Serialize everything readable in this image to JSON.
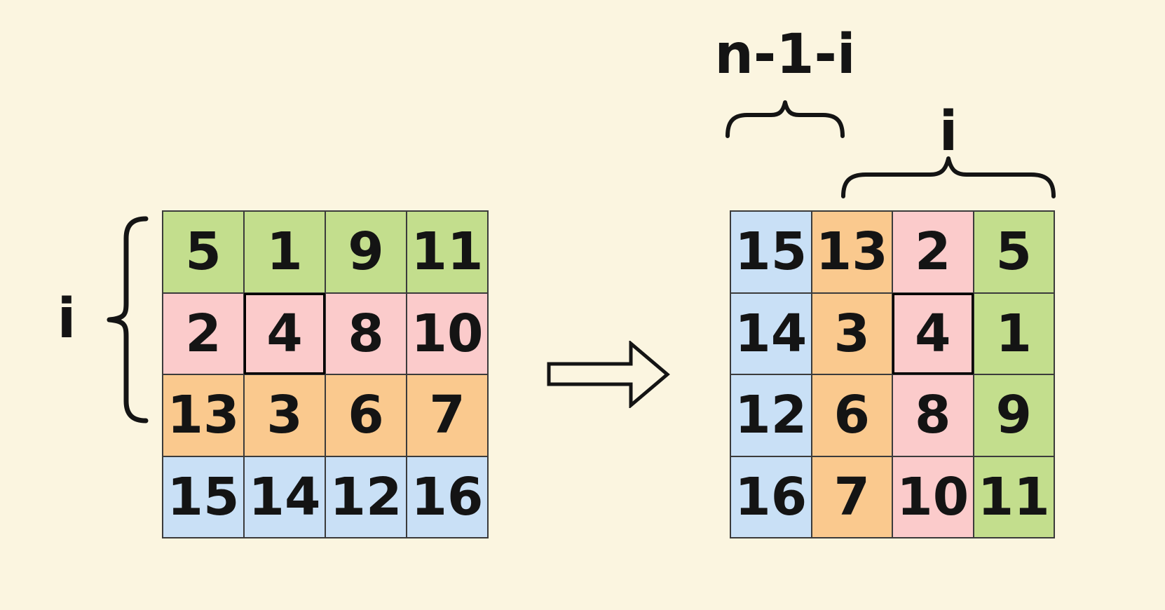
{
  "colors": {
    "surface": "#FBF5E0",
    "border": "#3B3B3B",
    "ink": "#141414",
    "highlight": "#000000",
    "green": "#C3DE8D",
    "pink": "#FBCBCB",
    "orange": "#FAC98E",
    "blue": "#C9E0F6"
  },
  "labels": {
    "left_rows_brace": "i",
    "first_column_brace": "n-1-i",
    "remaining_columns_brace": "i"
  },
  "icons": {
    "transform_arrow": "right-arrow"
  },
  "left_grid": {
    "row_colors": [
      "green",
      "pink",
      "orange",
      "blue"
    ],
    "values": [
      [
        "5",
        "1",
        "9",
        "11"
      ],
      [
        "2",
        "4",
        "8",
        "10"
      ],
      [
        "13",
        "3",
        "6",
        "7"
      ],
      [
        "15",
        "14",
        "12",
        "16"
      ]
    ],
    "highlighted_cell": {
      "row": 1,
      "col": 1,
      "value": "4"
    }
  },
  "right_grid": {
    "column_colors": [
      "blue",
      "orange",
      "pink",
      "green"
    ],
    "values": [
      [
        "15",
        "13",
        "2",
        "5"
      ],
      [
        "14",
        "3",
        "4",
        "1"
      ],
      [
        "12",
        "6",
        "8",
        "9"
      ],
      [
        "16",
        "7",
        "10",
        "11"
      ]
    ],
    "highlighted_cell": {
      "row": 1,
      "col": 2,
      "value": "4"
    }
  }
}
